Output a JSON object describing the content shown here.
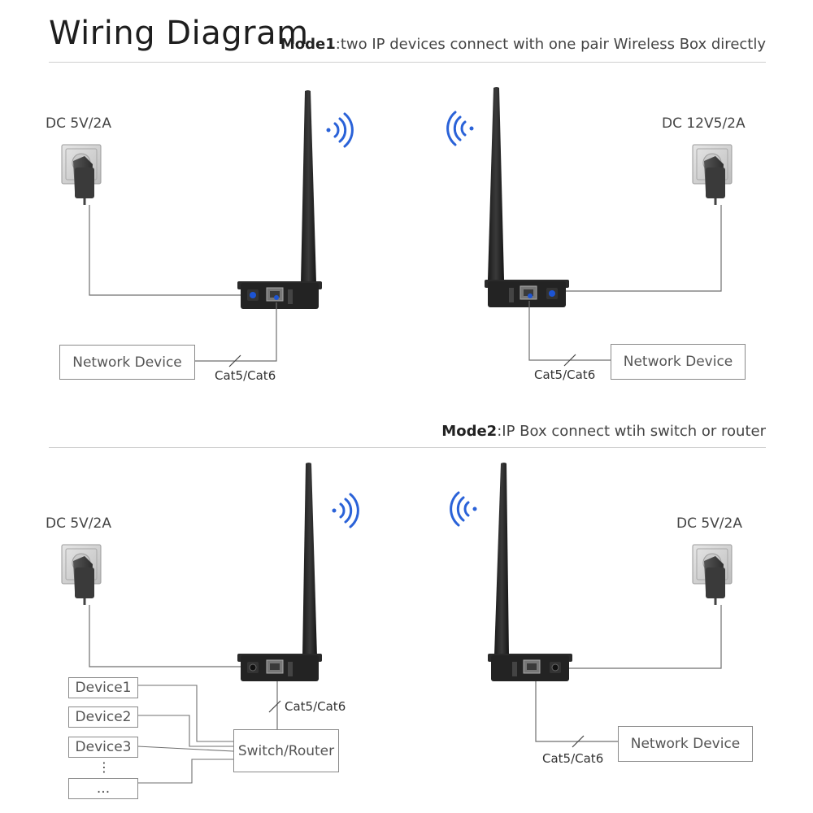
{
  "title": "Wiring Diagram",
  "mode1": {
    "name": "Mode1",
    "description": ":two IP devices connect with one pair Wireless Box directly",
    "left": {
      "power": "DC 5V/2A",
      "device": "Network Device",
      "cable": "Cat5/Cat6"
    },
    "right": {
      "power": "DC 12V5/2A",
      "device": "Network Device",
      "cable": "Cat5/Cat6"
    }
  },
  "mode2": {
    "name": "Mode2",
    "description": ":IP Box connect wtih switch or router",
    "left": {
      "power": "DC 5V/2A",
      "switch": "Switch/Router",
      "cable": "Cat5/Cat6",
      "devices": [
        "Device1",
        "Device2",
        "Device3",
        "⋮",
        "..."
      ]
    },
    "right": {
      "power": "DC 5V/2A",
      "device": "Network Device",
      "cable": "Cat5/Cat6"
    }
  },
  "colors": {
    "signal": "#2a62d8",
    "line": "#6f6f6f",
    "device_body": "#2b2b2b"
  }
}
